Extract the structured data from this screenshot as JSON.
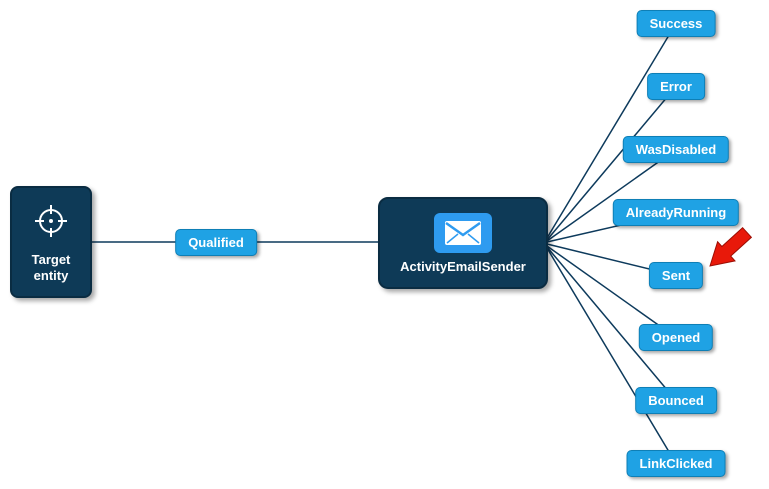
{
  "diagram": {
    "source": {
      "label": "Target entity",
      "icon": "crosshair-icon"
    },
    "edge": {
      "label": "Qualified"
    },
    "activity": {
      "label": "ActivityEmailSender",
      "icon": "envelope-icon"
    },
    "outcomes": [
      {
        "label": "Success"
      },
      {
        "label": "Error"
      },
      {
        "label": "WasDisabled"
      },
      {
        "label": "AlreadyRunning"
      },
      {
        "label": "Sent"
      },
      {
        "label": "Opened"
      },
      {
        "label": "Bounced"
      },
      {
        "label": "LinkClicked"
      }
    ],
    "annotation": {
      "type": "red-arrow",
      "points_at": "Sent"
    },
    "colors": {
      "button_blue": "#1fa2e4",
      "button_border": "#0e7fb6",
      "node_navy": "#0e3a57",
      "line": "#0d3a5c",
      "arrow_red": "#e8190a"
    }
  }
}
